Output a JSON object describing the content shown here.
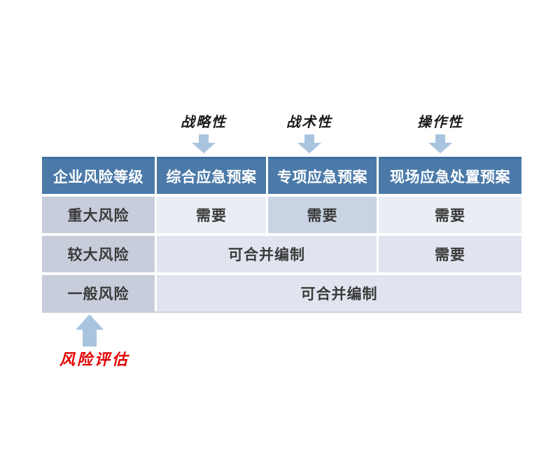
{
  "annotations": {
    "top": [
      {
        "label": "战略性",
        "icon": "down-arrow-icon"
      },
      {
        "label": "战术性",
        "icon": "down-arrow-icon"
      },
      {
        "label": "操作性",
        "icon": "down-arrow-icon"
      }
    ],
    "bottom": {
      "label": "风险评估",
      "icon": "up-arrow-icon"
    }
  },
  "table": {
    "headers": [
      "企业风险等级",
      "综合应急预案",
      "专项应急预案",
      "现场应急处置预案"
    ],
    "rows": [
      {
        "level": "重大风险",
        "cells": [
          "需要",
          "需要",
          "需要"
        ]
      },
      {
        "level": "较大风险",
        "merged": "可合并编制",
        "cells": [
          "需要"
        ]
      },
      {
        "level": "一般风险",
        "merged": "可合并编制",
        "cells": []
      }
    ]
  },
  "colors": {
    "header_bg": "#4b7aa9",
    "header_text": "#ffffff",
    "level_cell_bg": "#c7cdda",
    "light_cell_bg": "#e9edf4",
    "highlight_cell_bg": "#c9d3e3",
    "mid_cell_bg": "#dfe4ee",
    "body_text": "#3b3b3b",
    "arrow": "#a9c4df",
    "assessment_text": "#e30000"
  }
}
